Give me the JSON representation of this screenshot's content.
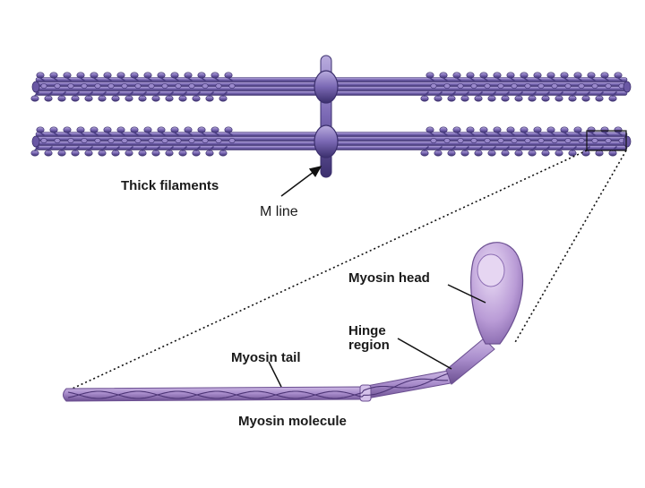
{
  "labels": {
    "thick_filaments": "Thick filaments",
    "m_line": "M line",
    "myosin_head": "Myosin head",
    "hinge_line1": "Hinge",
    "hinge_line2": "region",
    "myosin_tail": "Myosin tail",
    "myosin_molecule": "Myosin molecule"
  },
  "colors": {
    "filament": "#7a68b4",
    "filament_dark": "#3b2f6d",
    "filament_light": "#b9acde",
    "molecule": "#a98dcc",
    "molecule_dark": "#6b4f91",
    "head_light": "#d9c3ea",
    "line": "#111111"
  }
}
